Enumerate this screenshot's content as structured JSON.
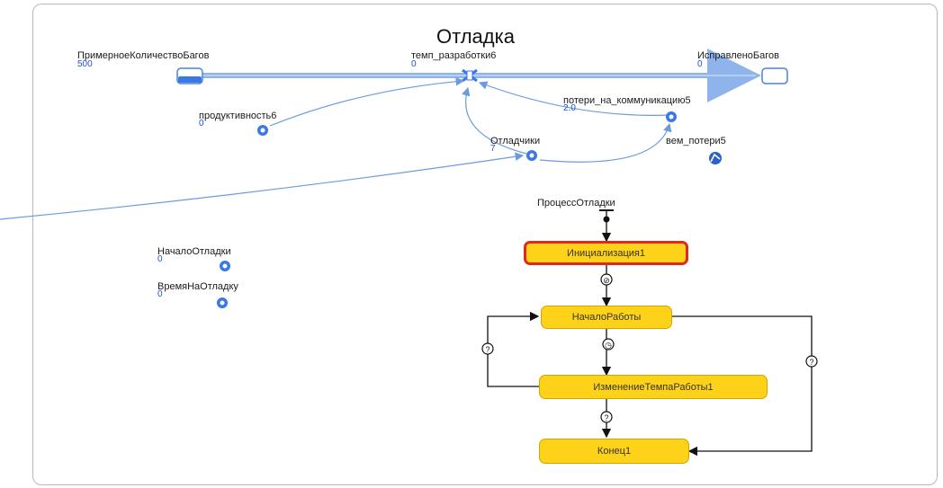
{
  "diagram": {
    "title": "Отладка",
    "stocks": [
      {
        "name": "ПримерноеКоличествоБагов",
        "value": "500"
      },
      {
        "name": "ИсправленоБагов",
        "value": "0"
      }
    ],
    "flow": {
      "name": "темп_разработки6",
      "value": "0"
    },
    "variables": [
      {
        "name": "продуктивность6",
        "value": "0"
      },
      {
        "name": "потери_на_коммуникацию5",
        "value": "2.0"
      },
      {
        "name": "Отладчики",
        "value": "7"
      },
      {
        "name": "вем_потери5"
      },
      {
        "name": "НачалоОтладки",
        "value": "0"
      },
      {
        "name": "ВремяНаОтладку",
        "value": "0"
      }
    ],
    "statechart": {
      "name": "ПроцессОтладки",
      "states": [
        {
          "name": "Инициализация1",
          "initial": true
        },
        {
          "name": "НачалоРаботы"
        },
        {
          "name": "ИзменениеТемпаРаботы1"
        },
        {
          "name": "Конец1"
        }
      ],
      "transition_glyphs": {
        "condition": "?",
        "timeout": "◷",
        "link": "⊘"
      }
    },
    "colors": {
      "flow_arrow": "#8fb4ec",
      "link": "#6a9be0",
      "state_fill": "#ffd21a",
      "state_border": "#d2a600",
      "initial_border": "#e0281e",
      "value_text": "#1f4fd8",
      "variable_icon": "#3a78e6"
    }
  }
}
